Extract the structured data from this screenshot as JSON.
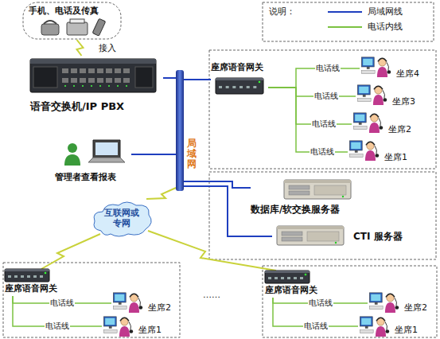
{
  "diagram": {
    "nodes": [
      {
        "text": [
          "手机、电话及传真"
        ]
      },
      {
        "text": [
          "语音交换机/IP PBX"
        ]
      },
      {
        "text": [
          "局域网"
        ]
      },
      {
        "text": [
          "座席语音网关"
        ]
      },
      {
        "text": [
          "坐席4"
        ]
      },
      {
        "text": [
          "坐席3"
        ]
      },
      {
        "text": [
          "坐席2"
        ]
      },
      {
        "text": [
          "坐席1"
        ]
      },
      {
        "text": [
          "管理者查看报表"
        ]
      },
      {
        "text": [
          "数据库/软交换服务器"
        ]
      },
      {
        "text": [
          "CTI 服务器"
        ]
      },
      {
        "text": [
          "互联网或专网"
        ]
      },
      {
        "text": [
          "座席语音网关"
        ]
      },
      {
        "text": [
          "坐席2"
        ]
      },
      {
        "text": [
          "坐席1"
        ]
      },
      {
        "text": [
          "座席语音网关"
        ]
      },
      {
        "text": [
          "坐席2"
        ]
      },
      {
        "text": [
          "坐席1"
        ]
      }
    ],
    "edges": [
      {
        "from": 0,
        "to": 1,
        "label": "接入",
        "arrow": "none"
      },
      {
        "from": 1,
        "to": 2,
        "arrow": "none"
      },
      {
        "from": 8,
        "to": 2,
        "arrow": "none"
      },
      {
        "from": 2,
        "to": 3,
        "arrow": "none"
      },
      {
        "from": 3,
        "to": 4,
        "label": "电话线",
        "arrow": "none"
      },
      {
        "from": 3,
        "to": 5,
        "label": "电话线",
        "arrow": "none"
      },
      {
        "from": 3,
        "to": 6,
        "label": "电话线",
        "arrow": "none"
      },
      {
        "from": 3,
        "to": 7,
        "label": "电话线",
        "arrow": "none"
      },
      {
        "from": 2,
        "to": 9,
        "arrow": "none"
      },
      {
        "from": 2,
        "to": 10,
        "arrow": "none"
      },
      {
        "from": 2,
        "to": 11,
        "arrow": "none"
      },
      {
        "from": 11,
        "to": 12,
        "arrow": "none"
      },
      {
        "from": 11,
        "to": 15,
        "arrow": "none"
      },
      {
        "from": 12,
        "to": 13,
        "label": "电话线",
        "arrow": "none"
      },
      {
        "from": 12,
        "to": 14,
        "label": "电话线",
        "arrow": "none"
      },
      {
        "from": 15,
        "to": 16,
        "label": "电话线",
        "arrow": "none"
      },
      {
        "from": 15,
        "to": 17,
        "label": "电话线",
        "arrow": "none"
      }
    ],
    "labels": [
      "说明：",
      "……"
    ],
    "legend": [
      {
        "text": "局域网线"
      },
      {
        "text": "电话内线"
      }
    ]
  }
}
